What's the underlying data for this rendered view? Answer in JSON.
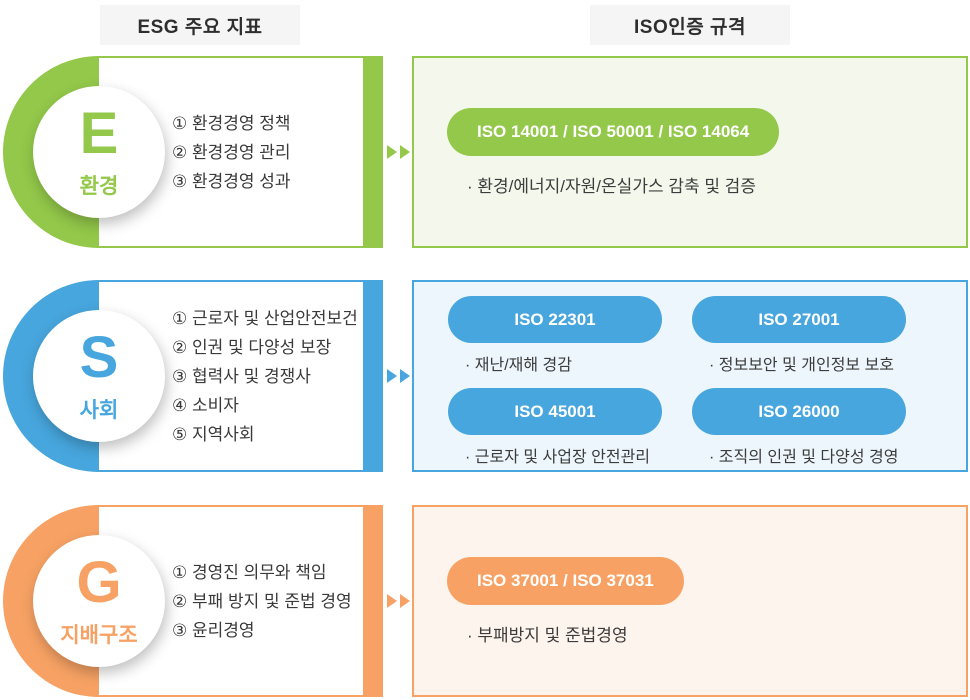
{
  "headers": {
    "left": "ESG 주요 지표",
    "right": "ISO인증 규격"
  },
  "colors": {
    "environment": "#93c84a",
    "environment_panel_bg": "#f4f8ec",
    "social": "#47a6dd",
    "social_panel_bg": "#edf6fc",
    "governance": "#f7a264",
    "governance_panel_bg": "#fdf4ed",
    "header_bg": "#f5f5f5",
    "text": "#3a3a3a"
  },
  "rows": [
    {
      "letter": "E",
      "label": "환경",
      "items": [
        "① 환경경영 정책",
        "② 환경경영 관리",
        "③ 환경경영 성과"
      ],
      "certs": [
        {
          "badge": "ISO 14001 / ISO 50001 / ISO 14064",
          "desc": "· 환경/에너지/자원/온실가스 감축 및 검증"
        }
      ]
    },
    {
      "letter": "S",
      "label": "사회",
      "items": [
        "① 근로자 및 산업안전보건",
        "② 인권 및 다양성 보장",
        "③ 협력사 및 경쟁사",
        "④ 소비자",
        "⑤ 지역사회"
      ],
      "certs": [
        {
          "badge": "ISO 22301",
          "desc": "· 재난/재해 경감"
        },
        {
          "badge": "ISO 27001",
          "desc": "· 정보보안 및 개인정보 보호"
        },
        {
          "badge": "ISO 45001",
          "desc": "· 근로자 및 사업장 안전관리"
        },
        {
          "badge": "ISO 26000",
          "desc": "· 조직의 인권 및 다양성 경영"
        }
      ]
    },
    {
      "letter": "G",
      "label": "지배구조",
      "items": [
        "① 경영진 의무와 책임",
        "② 부패 방지 및 준법 경영",
        "③ 윤리경영"
      ],
      "certs": [
        {
          "badge": "ISO 37001 / ISO 37031",
          "desc": "· 부패방지 및 준법경영"
        }
      ]
    }
  ]
}
